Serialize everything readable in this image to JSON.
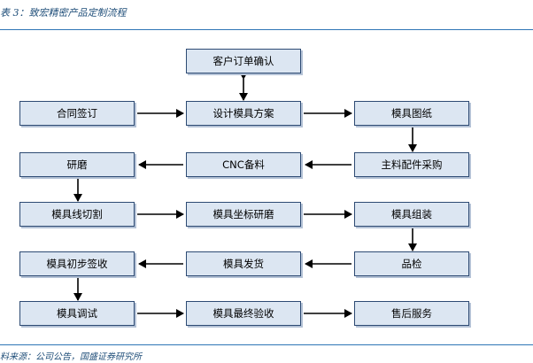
{
  "caption": "表 3：致宏精密产品定制流程",
  "source": "料来源：公司公告，国盛证券研究所",
  "colors": {
    "node_fill": "#dce6f2",
    "node_border": "#2d4a73",
    "arrow": "#000000",
    "rule": "#2e75b6"
  },
  "nodes": {
    "confirm": "客户订单确认",
    "contract": "合同签订",
    "design": "设计模具方案",
    "drawing": "模具图纸",
    "grind": "研磨",
    "cnc": "CNC备料",
    "purchase": "主料配件采购",
    "wirecut": "模具线切割",
    "coord": "模具坐标研磨",
    "assemble": "模具组装",
    "trial": "模具初步签收",
    "ship": "模具发货",
    "inspect": "品检",
    "debug": "模具调试",
    "accept": "模具最终验收",
    "service": "售后服务"
  }
}
